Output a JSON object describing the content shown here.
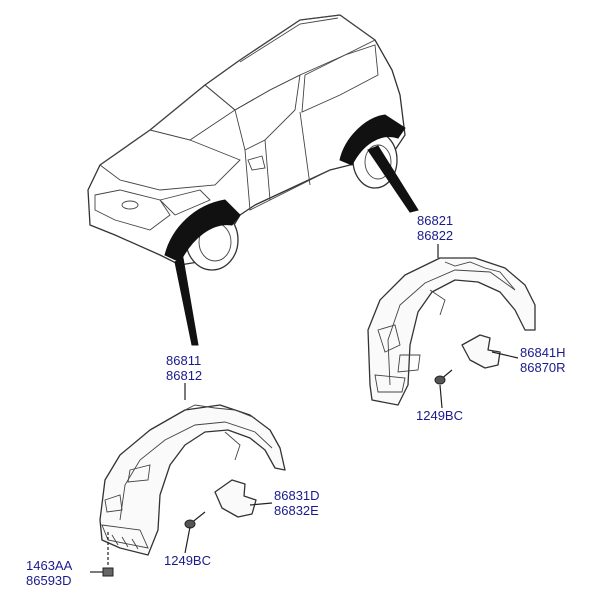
{
  "callouts": {
    "rear_top": "86821",
    "rear_bottom": "86822",
    "front_top": "86811",
    "front_bottom": "86812",
    "rear_flap_top": "86841H",
    "rear_flap_bottom": "86870R",
    "rear_screw": "1249BC",
    "front_flap_top": "86831D",
    "front_flap_bottom": "86832E",
    "front_screw": "1249BC",
    "nut_top": "1463AA",
    "nut_bottom": "86593D"
  }
}
